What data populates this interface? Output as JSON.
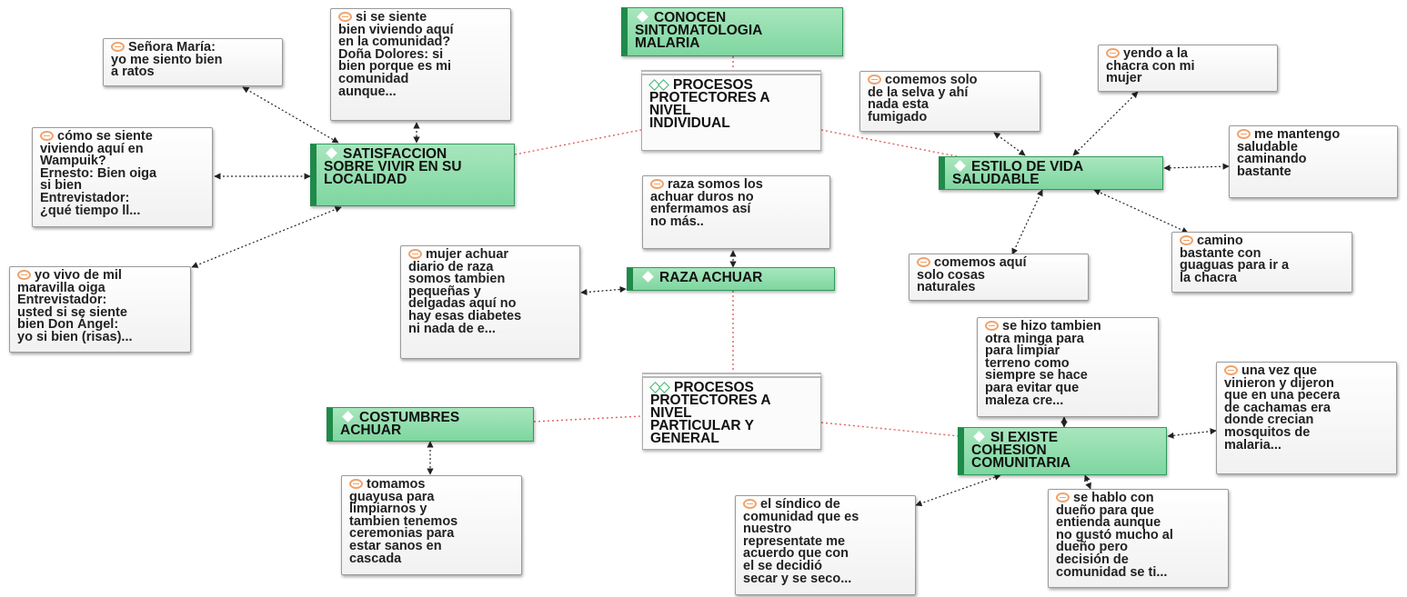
{
  "colors": {
    "code_fill": "#8ddcae",
    "code_border": "#1f8a4a",
    "quote_icon": "#f0a36b",
    "network_link": "#e06060",
    "quote_link": "#222222"
  },
  "icons": {
    "code": "diamond-icon",
    "quote": "speech-bubble-icon",
    "network": "double-diamond-icon"
  },
  "nodes": {
    "conocen": "CONOCEN\nSINTOMATOLOGIA\nMALARIA",
    "pp_individual": "PROCESOS\nPROTECTORES A\nNIVEL\nINDIVIDUAL",
    "pp_particular": "PROCESOS\nPROTECTORES A\nNIVEL\nPARTICULAR Y\nGENERAL",
    "satisfaccion": "SATISFACCION\nSOBRE VIVIR EN SU\nLOCALIDAD",
    "estilo": "ESTILO DE VIDA\nSALUDABLE",
    "raza": "RAZA ACHUAR",
    "costumbres": "COSTUMBRES\nACHUAR",
    "cohesion": "SI EXISTE\nCOHESION\nCOMUNITARIA",
    "q_maria": "Señora María:\nyo me siento bien\na ratos",
    "q_dolores": "si se siente\nbien viviendo aquí\nen la comunidad?\nDoña Dolores: si\nbien porque es mi\ncomunidad\naunque...",
    "q_ernesto": "cómo se siente\nviviendo aquí en\nWampuik?\nErnesto: Bien oiga\nsi bien\nEntrevistador:\n¿qué tiempo ll...",
    "q_angel": "yo vivo de mil\nmaravilla oiga\nEntrevistador:\nusted si se siente\nbien  Don Ángel:\nyo si bien (risas)...",
    "q_raza_duros": "raza somos los\nachuar duros no\nenfermamos así\nno más..",
    "q_mujer": "mujer achuar\ndiario de raza\nsomos tambien\npequeñas y\ndelgadas aquí no\nhay esas diabetes\nni nada de e...",
    "q_selva": "comemos solo\nde la selva y ahí\nnada esta\nfumigado",
    "q_chacra_mujer": "yendo a la\nchacra con mi\nmujer",
    "q_caminando": "me mantengo\nsaludable\ncaminando\nbastante",
    "q_naturales": "comemos aquí\nsolo cosas\nnaturales",
    "q_camino": "camino\nbastante con\nguaguas para ir a\nla chacra",
    "q_guayusa": "tomamos\nguayusa para\nlimpiarnos y\ntambien tenemos\nceremonias para\nestar sanos en\ncascada",
    "q_minga": "se hizo tambien\notra minga para\npara limpiar\nterreno como\nsiempre se hace\npara evitar que\nmaleza cre...",
    "q_pecera": "una vez que\nvinieron y dijeron\nque en una pecera\nde cachamas era\ndonde crecian\nmosquitos de\nmalaria...",
    "q_sindico": "el síndico de\ncomunidad que es\nnuestro\nrepresentate me\nacuerdo que con\nel se decidió\nsecar y se seco...",
    "q_dueno": "se hablo con\ndueño para que\nentienda aunque\nno gustó mucho al\ndueño pero\ndecisión de\ncomunidad se ti..."
  }
}
